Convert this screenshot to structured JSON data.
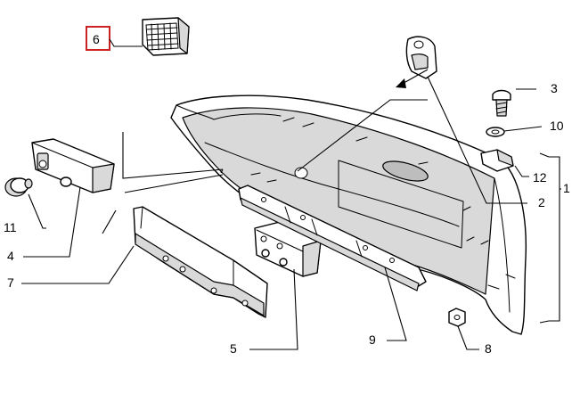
{
  "diagram": {
    "callouts": {
      "c1": "1",
      "c2": "2",
      "c3": "3",
      "c4": "4",
      "c5": "5",
      "c6": "6",
      "c7": "7",
      "c8": "8",
      "c9": "9",
      "c10": "10",
      "c11": "11",
      "c12": "12"
    },
    "colors": {
      "line": "#000000",
      "highlight_box": "#cc2222",
      "shade": "#d9d9d9"
    },
    "icons": [
      "arrow-icon"
    ]
  }
}
